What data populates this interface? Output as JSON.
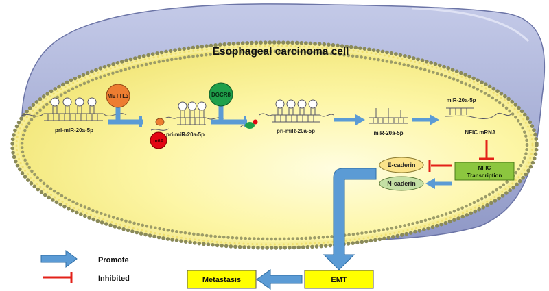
{
  "title": "Esophageal carcinoma cell",
  "labels": {
    "pri1": "pri-miR-20a-5p",
    "pri2": "pri-miR-20a-5p",
    "pri3": "pri-miR-20a-5p",
    "mature": "miR-20a-5p",
    "mature_bound": "miR-20a-5p",
    "mrna": "NFIC mRNA"
  },
  "nodes": {
    "mettl3": "METTL3",
    "m6a": "m6A",
    "dgcr8": "DGCR8",
    "e_cadherin": "E-caderin",
    "n_cadherin": "N-caderin",
    "nfic_line1": "NFIC",
    "nfic_line2": "Transcription",
    "emt": "EMT",
    "metastasis": "Metastasis"
  },
  "legend": {
    "promote": "Promote",
    "inhibited": "Inhibited"
  },
  "colors": {
    "promote_arrow": "#5b9bd5",
    "inhibit": "#e32119",
    "cell_fill": "#fdf7a8",
    "tissue": "#a7b0d8",
    "box_yellow": "#ffff00",
    "nfic_box": "#8cc63f",
    "mettl3": "#ed7d31",
    "dgcr8": "#1fa04b",
    "m6a": "#e30613"
  }
}
